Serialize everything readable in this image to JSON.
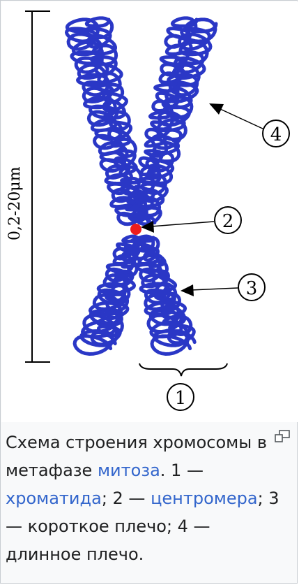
{
  "figure": {
    "scale_label": "0,2-20μm",
    "callouts": [
      "1",
      "2",
      "3",
      "4"
    ],
    "colors": {
      "chromosome": "#2a37c6",
      "centromere": "#ee1c1c",
      "link": "#3366cc",
      "text": "#202122",
      "caption_bg": "#f8f9fa",
      "border": "#c8ccd1"
    }
  },
  "caption": {
    "intro": "Схема строения хромосомы в метафазе ",
    "link_mitosis": "митоза",
    "part1": ". 1 — ",
    "link_chromatid": "хроматида",
    "part2": "; 2 — ",
    "link_centromere": "центромера",
    "part3": "; 3 — короткое плечо; 4 — длинное плечо.",
    "enlarge_icon": "magnify-icon"
  }
}
